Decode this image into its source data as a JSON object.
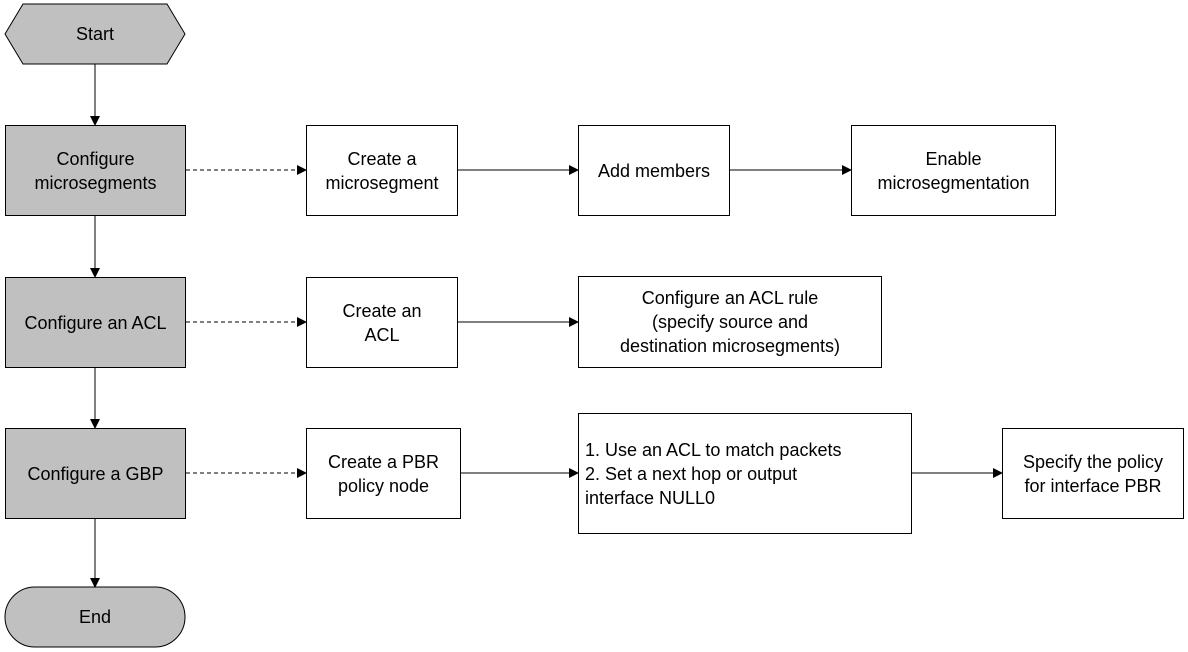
{
  "colors": {
    "step_fill": "#c0c0c0",
    "box_fill": "#ffffff",
    "line": "#000000"
  },
  "terminals": {
    "start": "Start",
    "end": "End"
  },
  "steps": [
    {
      "label": "Configure\nmicrosegments",
      "tasks": [
        "Create a\nmicrosegment",
        "Add members",
        "Enable\nmicrosegmentation"
      ]
    },
    {
      "label": "Configure an ACL",
      "tasks": [
        "Create an\nACL",
        "Configure an ACL rule\n(specify source and\ndestination microsegments)"
      ]
    },
    {
      "label": "Configure a GBP",
      "tasks": [
        "Create a PBR\npolicy node",
        "1. Use an ACL to match packets\n2. Set a next hop or output\ninterface NULL0",
        "Specify the policy\nfor interface PBR"
      ]
    }
  ]
}
